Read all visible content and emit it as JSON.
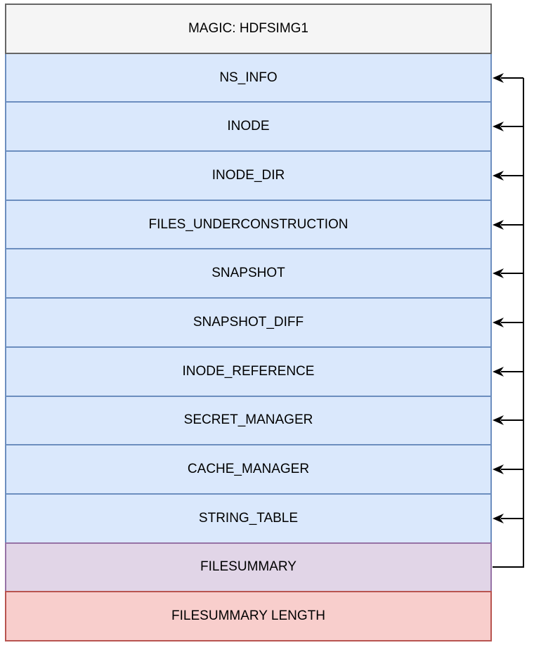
{
  "diagram": {
    "blocks": [
      {
        "label": "MAGIC: HDFSIMG1",
        "type": "magic",
        "pointer_target": false,
        "pointer_source": false
      },
      {
        "label": "NS_INFO",
        "type": "section",
        "pointer_target": true,
        "pointer_source": false
      },
      {
        "label": "INODE",
        "type": "section",
        "pointer_target": true,
        "pointer_source": false
      },
      {
        "label": "INODE_DIR",
        "type": "section",
        "pointer_target": true,
        "pointer_source": false
      },
      {
        "label": "FILES_UNDERCONSTRUCTION",
        "type": "section",
        "pointer_target": true,
        "pointer_source": false
      },
      {
        "label": "SNAPSHOT",
        "type": "section",
        "pointer_target": true,
        "pointer_source": false
      },
      {
        "label": "SNAPSHOT_DIFF",
        "type": "section",
        "pointer_target": true,
        "pointer_source": false
      },
      {
        "label": "INODE_REFERENCE",
        "type": "section",
        "pointer_target": true,
        "pointer_source": false
      },
      {
        "label": "SECRET_MANAGER",
        "type": "section",
        "pointer_target": true,
        "pointer_source": false
      },
      {
        "label": "CACHE_MANAGER",
        "type": "section",
        "pointer_target": true,
        "pointer_source": false
      },
      {
        "label": "STRING_TABLE",
        "type": "section",
        "pointer_target": true,
        "pointer_source": false
      },
      {
        "label": "FILESUMMARY",
        "type": "filesummary",
        "pointer_target": false,
        "pointer_source": true
      },
      {
        "label": "FILESUMMARY LENGTH",
        "type": "length",
        "pointer_target": false,
        "pointer_source": false
      }
    ],
    "connector": {
      "from": "FILESUMMARY",
      "to": [
        "NS_INFO",
        "INODE",
        "INODE_DIR",
        "FILES_UNDERCONSTRUCTION",
        "SNAPSHOT",
        "SNAPSHOT_DIFF",
        "INODE_REFERENCE",
        "SECRET_MANAGER",
        "CACHE_MANAGER",
        "STRING_TABLE"
      ]
    },
    "colors": {
      "magic_fill": "#f5f5f5",
      "magic_border": "#666666",
      "section_fill": "#dae8fc",
      "section_border": "#6c8ebf",
      "filesummary_fill": "#e1d5e7",
      "filesummary_border": "#9673a6",
      "length_fill": "#f8cecc",
      "length_border": "#b85450",
      "connector": "#000000",
      "text": "#000000"
    }
  }
}
